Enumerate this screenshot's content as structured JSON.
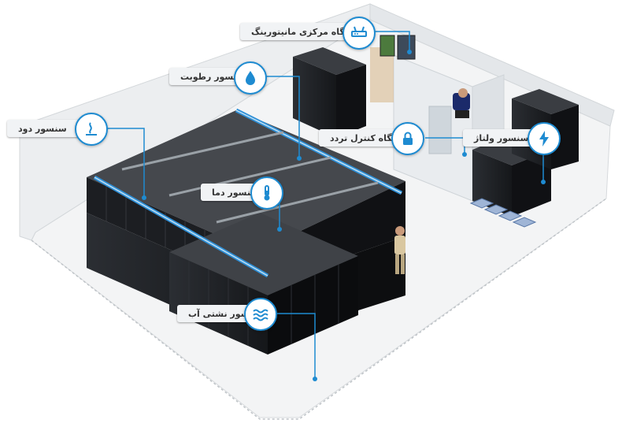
{
  "callouts": {
    "monitoring": {
      "label": "دستگاه مرکزی مانیتورینگ",
      "icon": "monitoring-device-icon"
    },
    "humidity": {
      "label": "سنسور رطوبت",
      "icon": "water-drop-icon"
    },
    "smoke": {
      "label": "سنسور دود",
      "icon": "smoke-icon"
    },
    "access": {
      "label": "دستگاه کنترل تردد",
      "icon": "lock-icon"
    },
    "voltage": {
      "label": "سنسور ولتاژ",
      "icon": "lightning-icon"
    },
    "temperature": {
      "label": "سنسور دما",
      "icon": "thermometer-icon"
    },
    "leak": {
      "label": "سنسور نشتی آب",
      "icon": "water-waves-icon"
    }
  },
  "colors": {
    "accent": "#1e8bd1",
    "rack": "#1f2125",
    "floor": "#f4f5f6",
    "wall": "#e6e8ea"
  }
}
